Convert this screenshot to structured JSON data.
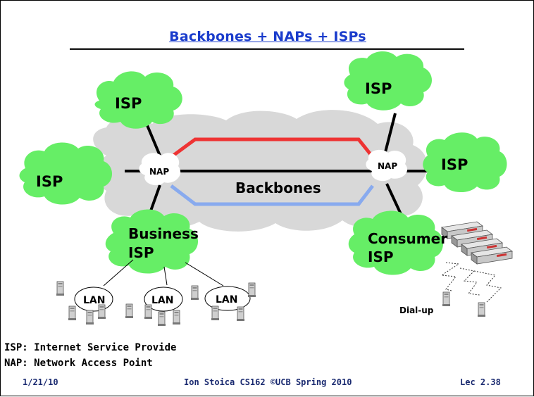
{
  "slide": {
    "title": "Backbones + NAPs + ISPs"
  },
  "diagram": {
    "isp_top_left": "ISP",
    "isp_left": "ISP",
    "isp_top_right": "ISP",
    "isp_right": "ISP",
    "nap_left": "NAP",
    "nap_right": "NAP",
    "backbones": "Backbones",
    "business_isp_line1": "Business",
    "business_isp_line2": "ISP",
    "consumer_isp_line1": "Consumer",
    "consumer_isp_line2": "ISP",
    "lan_1": "LAN",
    "lan_2": "LAN",
    "lan_3": "LAN",
    "dialup": "Dial-up",
    "colors": {
      "cloud_green": "#66ee66",
      "backbone_cloud": "#d8d8d8",
      "red_backbone": "#ee3333",
      "blue_backbone": "#88aaee",
      "black_backbone": "#000000"
    }
  },
  "legend": {
    "line1": "ISP: Internet Service Provide",
    "line2": "NAP: Network Access Point"
  },
  "footer": {
    "date": "1/21/10",
    "author": "Ion Stoica CS162 ©UCB Spring 2010",
    "lecture": "Lec 2.38"
  }
}
